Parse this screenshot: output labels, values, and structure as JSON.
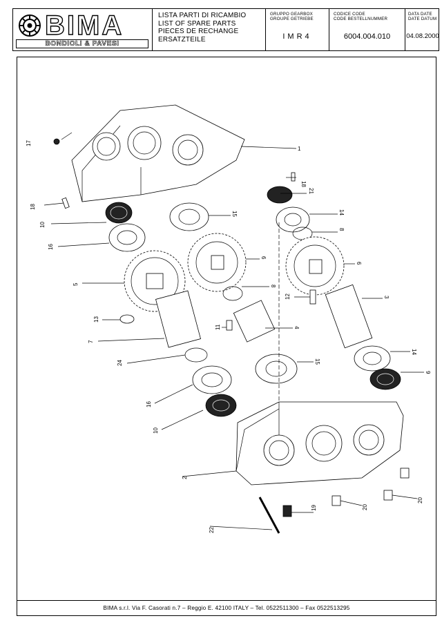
{
  "header": {
    "brand": "BIMA",
    "brand_sub": "BONDIOLI & PAVESI",
    "title_lines": [
      "LISTA PARTI DI RICAMBIO",
      "LIST OF SPARE PARTS",
      "PIECES DE RECHANGE",
      "ERSATZTEILE"
    ],
    "group_labels": [
      "GRUPPO  GEARBOX",
      "GROUPE  GETRIEBE"
    ],
    "group_value": "IMR4",
    "code_labels": [
      "CODICE  CODE",
      "CODE  BESTELLNUMMER"
    ],
    "code_value": "6004.004.010",
    "date_labels": [
      "DATA  DATE",
      "DATE  DATUM"
    ],
    "date_value": "04.08.2000"
  },
  "drawing": {
    "callouts": [
      {
        "num": "1"
      },
      {
        "num": "18"
      },
      {
        "num": "17"
      },
      {
        "num": "18"
      },
      {
        "num": "21"
      },
      {
        "num": "10"
      },
      {
        "num": "15"
      },
      {
        "num": "14"
      },
      {
        "num": "8"
      },
      {
        "num": "16"
      },
      {
        "num": "6"
      },
      {
        "num": "6"
      },
      {
        "num": "5"
      },
      {
        "num": "8"
      },
      {
        "num": "12"
      },
      {
        "num": "3"
      },
      {
        "num": "13"
      },
      {
        "num": "11"
      },
      {
        "num": "4"
      },
      {
        "num": "7"
      },
      {
        "num": "14"
      },
      {
        "num": "24"
      },
      {
        "num": "15"
      },
      {
        "num": "9"
      },
      {
        "num": "16"
      },
      {
        "num": "10"
      },
      {
        "num": "2"
      },
      {
        "num": "19"
      },
      {
        "num": "20"
      },
      {
        "num": "20"
      },
      {
        "num": "22"
      }
    ]
  },
  "footer": {
    "text": "BIMA s.r.l. Via F. Casorati n.7  – Reggio E. 42100 ITALY – Tel. 0522511300 – Fax 0522513295"
  }
}
